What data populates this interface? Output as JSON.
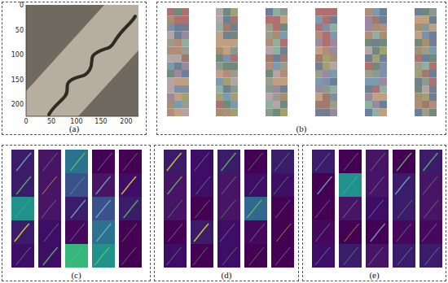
{
  "diagram": {
    "nodes": [
      {
        "text": [
          "(a)"
        ]
      },
      {
        "text": [
          "(b)"
        ]
      },
      {
        "text": [
          "(c)"
        ]
      },
      {
        "text": [
          "(d)"
        ]
      },
      {
        "text": [
          "(e)"
        ]
      }
    ],
    "labels": [
      "0",
      "50",
      "100",
      "150",
      "200",
      "0",
      "50",
      "100",
      "150",
      "200"
    ]
  }
}
